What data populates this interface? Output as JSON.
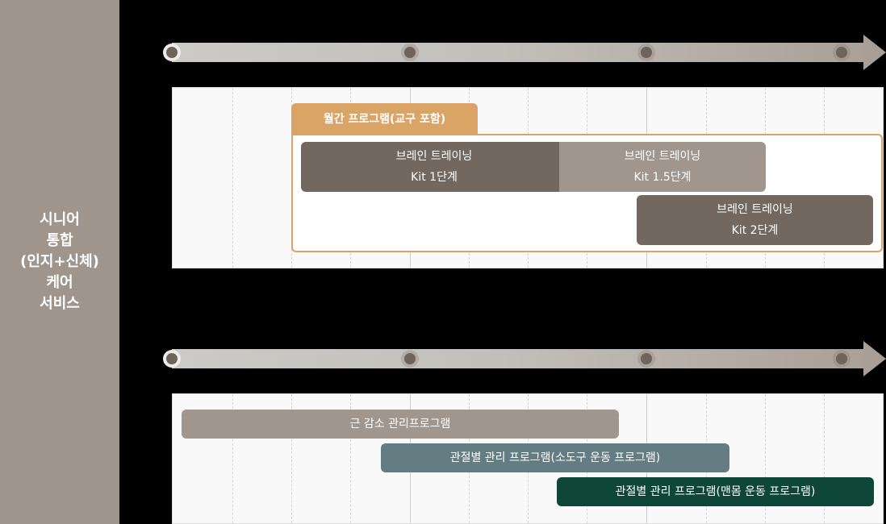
{
  "sidebar": {
    "title": "시니어\n통합\n(인지+신체)\n케어\n서비스"
  },
  "colors": {
    "sidebar": "#a0958c",
    "tab_orange": "#d9a466",
    "bar_dark": "#72685f",
    "bar_light": "#a1968d",
    "bar_teal": "#647d83",
    "bar_green": "#0e4738",
    "panel_bg": "#f9f9f9"
  },
  "timeline_top": {
    "markers": 4,
    "icon": "arrow-right-icon"
  },
  "timeline_bottom": {
    "markers": 4,
    "icon": "arrow-right-icon"
  },
  "cognitive": {
    "group_label": "월간 프로그램(교구 포함)",
    "bars": [
      {
        "line1": "브레인 트레이닝",
        "line2": "Kit 1단계"
      },
      {
        "line1": "브레인 트레이닝",
        "line2": "Kit 1.5단계"
      },
      {
        "line1": "브레인 트레이닝",
        "line2": "Kit 2단계"
      }
    ]
  },
  "physical": {
    "bars": [
      {
        "label": "근 감소 관리프로그램"
      },
      {
        "label": "관절별 관리 프로그램(소도구 운동 프로그램)"
      },
      {
        "label": "관절별 관리 프로그램(맨몸 운동 프로그램)"
      }
    ]
  }
}
